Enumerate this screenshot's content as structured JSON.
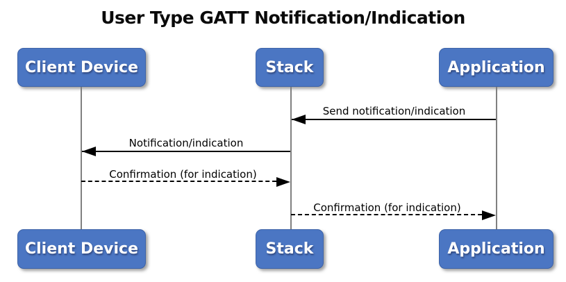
{
  "title": "User Type GATT Notification/Indication",
  "diagram_type": "sequence-diagram",
  "actors": [
    {
      "name": "Client Device"
    },
    {
      "name": "Stack"
    },
    {
      "name": "Application"
    }
  ],
  "messages": [
    {
      "label": "Send notification/indication",
      "from": "Application",
      "to": "Stack",
      "line": "solid",
      "direction": "left"
    },
    {
      "label": "Notification/indication",
      "from": "Stack",
      "to": "Client Device",
      "line": "solid",
      "direction": "left"
    },
    {
      "label": "Confirmation (for indication)",
      "from": "Client Device",
      "to": "Stack",
      "line": "dashed",
      "direction": "right"
    },
    {
      "label": "Confirmation (for indication)",
      "from": "Stack",
      "to": "Application",
      "line": "dashed",
      "direction": "right"
    }
  ],
  "colors": {
    "background": "#ffffff",
    "actor_fill": "#4b76c3",
    "actor_border": "#3d63a8",
    "actor_text": "#ffffff",
    "lifeline": "#808080",
    "arrow": "#000000",
    "title_text": "#0a0a0a"
  }
}
